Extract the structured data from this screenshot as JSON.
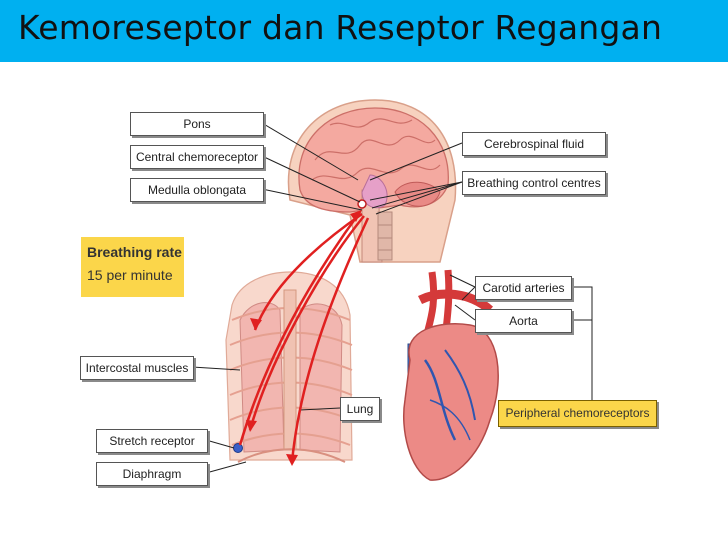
{
  "slide": {
    "title": "Kemoreseptor dan Reseptor Regangan"
  },
  "labels": {
    "pons": "Pons",
    "central_chemoreceptor": "Central chemoreceptor",
    "medulla_oblongata": "Medulla oblongata",
    "cerebrospinal_fluid": "Cerebrospinal fluid",
    "breathing_control_centres": "Breathing control centres",
    "carotid_arteries": "Carotid arteries",
    "aorta": "Aorta",
    "intercostal_muscles": "Intercostal muscles",
    "lung": "Lung",
    "stretch_receptor": "Stretch receptor",
    "diaphragm": "Diaphragm",
    "peripheral_chemoreceptors": "Peripheral chemoreceptors"
  },
  "breathing_rate": {
    "heading": "Breathing rate",
    "value": "15 per minute"
  },
  "colors": {
    "title_bar": "#00b0f0",
    "highlight_box": "#fbd64a",
    "nerve_arrow": "#e02020"
  },
  "icons": [
    "brain-illustration",
    "ribcage-lungs-illustration",
    "heart-illustration"
  ]
}
